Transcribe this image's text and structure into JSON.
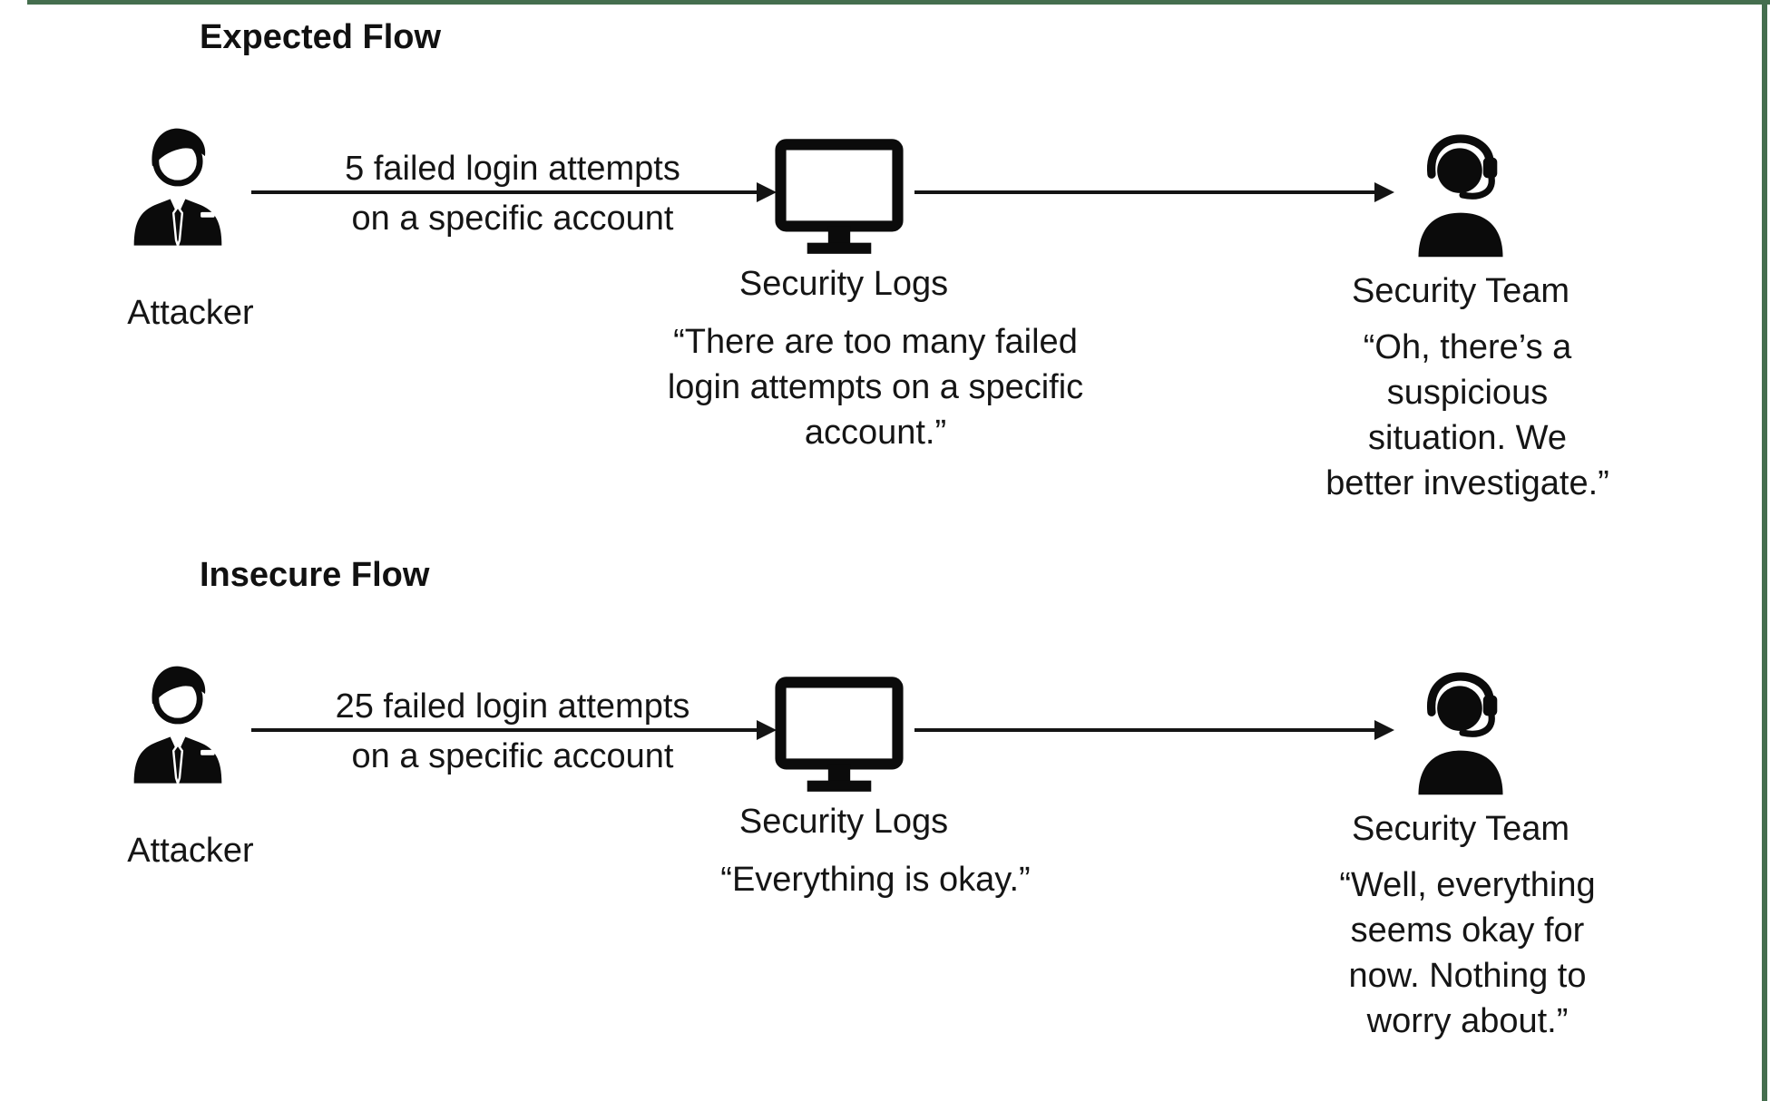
{
  "frame": {
    "accent_color": "#456e4e",
    "background": "#ffffff",
    "ink_color": "#151515"
  },
  "icons": {
    "attacker": "businessman-icon",
    "logs": "monitor-icon",
    "team": "support-agent-headset-icon"
  },
  "flows": [
    {
      "title": "Expected Flow",
      "attacker": {
        "label": "Attacker"
      },
      "arrow_label_line1": "5 failed login attempts",
      "arrow_label_line2": "on a specific account",
      "logs": {
        "label": "Security Logs",
        "quote": "“There are too many failed\nlogin attempts on a specific\naccount.”"
      },
      "team": {
        "label": "Security Team",
        "quote": "“Oh, there’s a\nsuspicious\nsituation. We\nbetter investigate.”"
      }
    },
    {
      "title": "Insecure Flow",
      "attacker": {
        "label": "Attacker"
      },
      "arrow_label_line1": "25 failed login attempts",
      "arrow_label_line2": "on a specific account",
      "logs": {
        "label": "Security Logs",
        "quote": "“Everything is okay.”"
      },
      "team": {
        "label": "Security Team",
        "quote": "“Well, everything\nseems okay for\nnow. Nothing to\nworry about.”"
      }
    }
  ]
}
